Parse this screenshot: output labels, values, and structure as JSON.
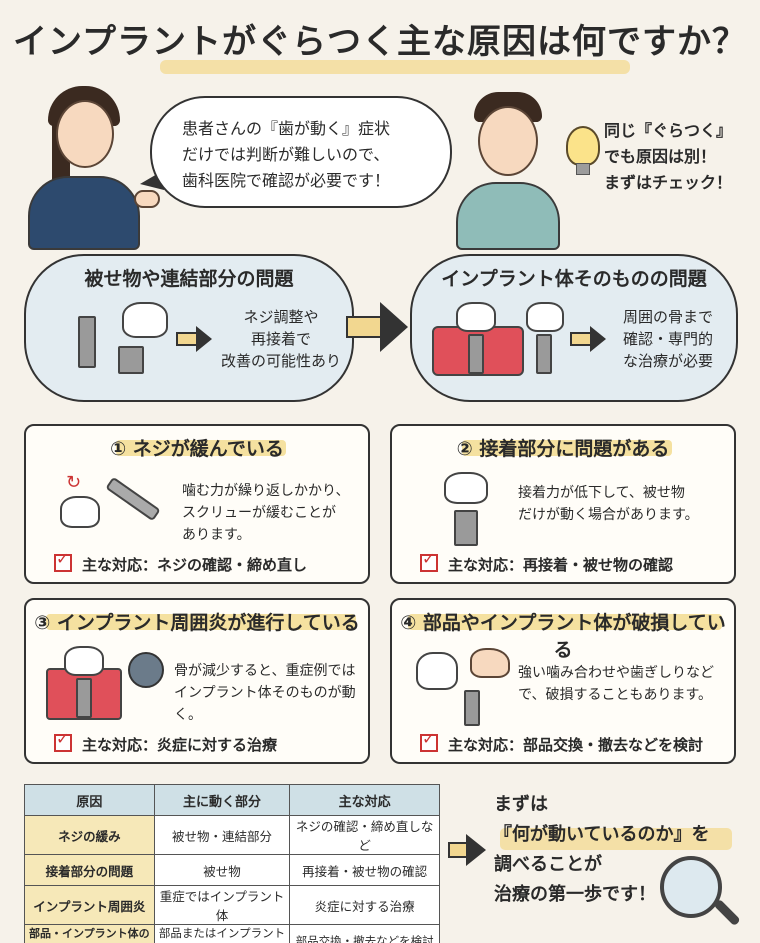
{
  "title": "インプラントがぐらつく主な原因は何ですか？",
  "speech": {
    "line1": "患者さんの『歯が動く』症状",
    "line2": "だけでは判断が難しいので、",
    "line3": "歯科医院で確認が必要です！"
  },
  "bulb_text": {
    "line1": "同じ『ぐらつく』",
    "line2": "でも原因は別！",
    "line3": "まずはチェック！"
  },
  "cloud_left": {
    "title": "被せ物や連結部分の問題",
    "line1": "ネジ調整や",
    "line2": "再接着で",
    "line3": "改善の可能性あり"
  },
  "cloud_right": {
    "title": "インプラント体そのものの問題",
    "line1": "周囲の骨まで",
    "line2": "確認・専門的",
    "line3": "な治療が必要"
  },
  "cards": [
    {
      "title": "① ネジが緩んでいる",
      "desc1": "噛む力が繰り返しかかり、",
      "desc2": "スクリューが緩むことが",
      "desc3": "あります。",
      "response": "主な対応：ネジの確認・締め直し"
    },
    {
      "title": "② 接着部分に問題がある",
      "desc1": "接着力が低下して、被せ物",
      "desc2": "だけが動く場合があります。",
      "desc3": "",
      "response": "主な対応：再接着・被せ物の確認"
    },
    {
      "title": "③ インプラント周囲炎が進行している",
      "desc1": "骨が減少すると、重症例では",
      "desc2": "インプラント体そのものが動く。",
      "desc3": "",
      "response": "主な対応：炎症に対する治療"
    },
    {
      "title": "④ 部品やインプラント体が破損している",
      "desc1": "強い噛み合わせや歯ぎしりなど",
      "desc2": "で、破損することもあります。",
      "desc3": "",
      "response": "主な対応：部品交換・撤去などを検討"
    }
  ],
  "table": {
    "headers": [
      "原因",
      "主に動く部分",
      "主な対応"
    ],
    "rows": [
      [
        "ネジの緩み",
        "被せ物・連結部分",
        "ネジの確認・締め直しなど"
      ],
      [
        "接着部分の問題",
        "被せ物",
        "再接着・被せ物の確認"
      ],
      [
        "インプラント周囲炎",
        "重症ではインプラント体",
        "炎症に対する治療"
      ],
      [
        "部品・インプラント体の破損",
        "部品またはインプラント体",
        "部品交換・撤去などを検討"
      ]
    ]
  },
  "final": {
    "line1": "まずは",
    "line2": "『何が動いているのか』を",
    "line3": "調べることが",
    "line4": "治療の第一歩です！"
  },
  "colors": {
    "cloud": "#e3ecf1",
    "highlight": "#f3d98a",
    "table_header": "#cfe0e6",
    "check": "#cc3333"
  }
}
